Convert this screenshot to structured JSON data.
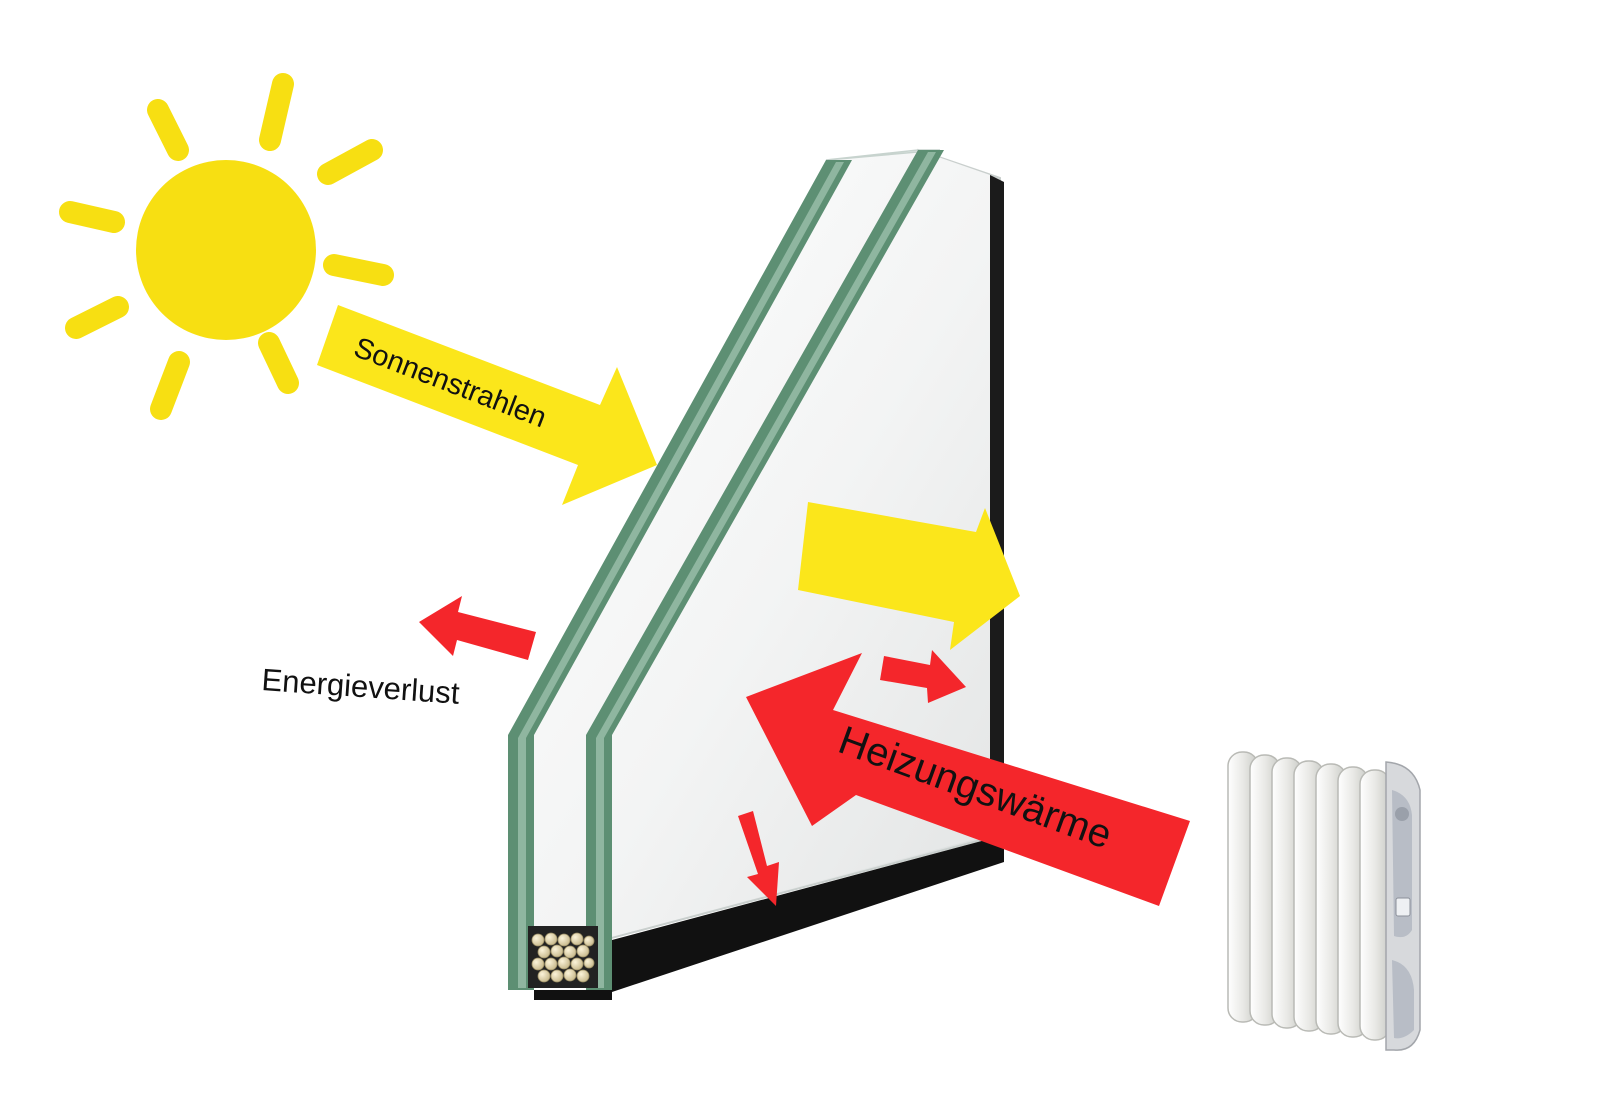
{
  "labels": {
    "sun_rays": "Sonnenstrahlen",
    "energy_loss": "Energieverlust",
    "heating_warmth": "Heizungswärme"
  },
  "colors": {
    "sun": "#f7df12",
    "arrow_yellow": "#fbe61b",
    "arrow_red": "#f4262b",
    "glass_edge": "#5d8f73",
    "spacer": "#111111"
  },
  "icons": [
    "sun-icon",
    "radiator-icon",
    "desiccant-beads"
  ]
}
